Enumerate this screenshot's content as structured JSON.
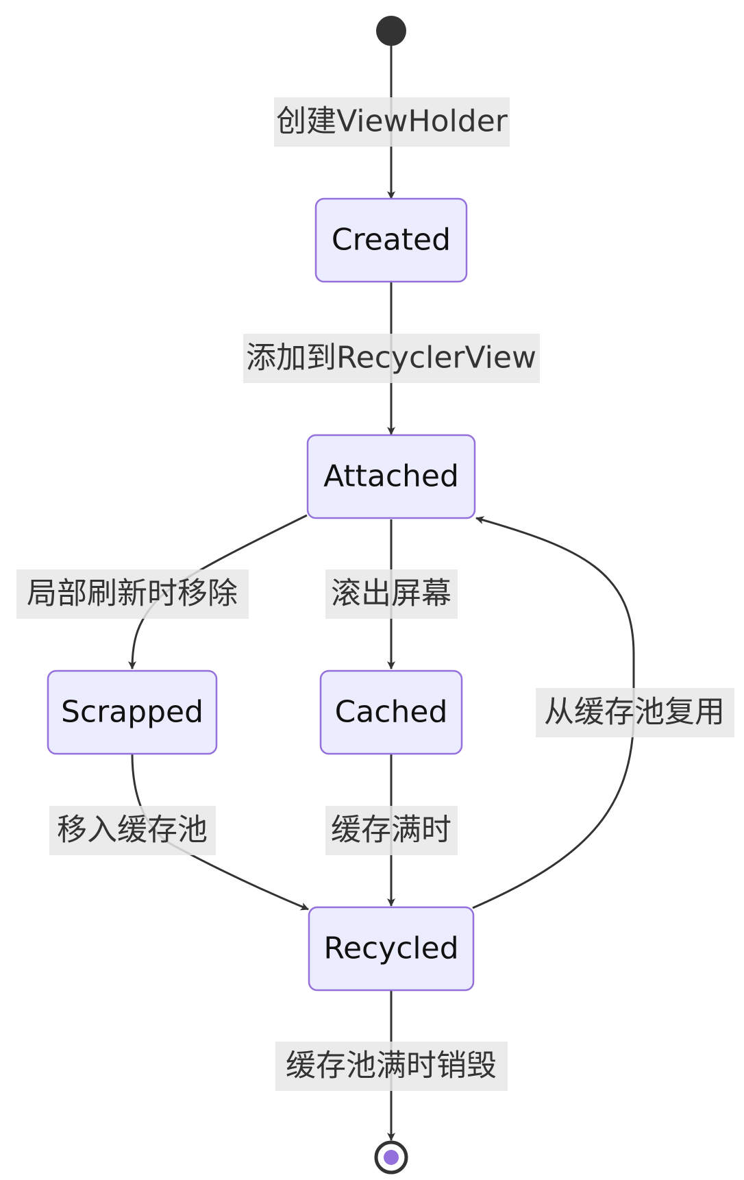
{
  "diagram": {
    "type": "state-diagram",
    "colors": {
      "node_fill": "#ECECFF",
      "node_stroke": "#9370DB",
      "edge": "#333333",
      "label_bg": "#e8e8e8",
      "start": "#333333",
      "end_inner": "#9370DB"
    },
    "states": {
      "created": "Created",
      "attached": "Attached",
      "scrapped": "Scrapped",
      "cached": "Cached",
      "recycled": "Recycled"
    },
    "transitions": {
      "start_to_created": "创建ViewHolder",
      "created_to_attached": "添加到RecyclerView",
      "attached_to_scrapped": "局部刷新时移除",
      "attached_to_cached": "滚出屏幕",
      "recycled_to_attached": "从缓存池复用",
      "scrapped_to_recycled": "移入缓存池",
      "cached_to_recycled": "缓存满时",
      "recycled_to_end": "缓存池满时销毁"
    }
  }
}
